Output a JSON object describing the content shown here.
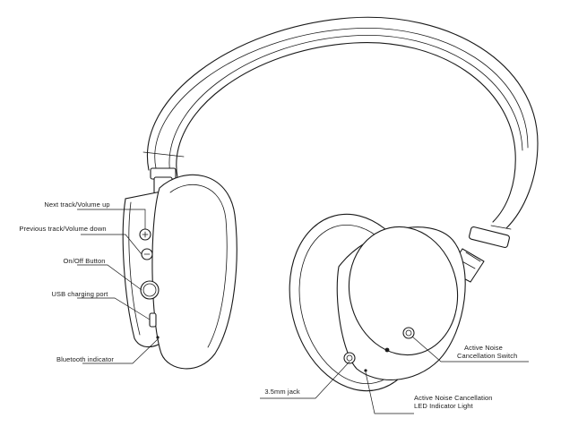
{
  "labels": {
    "next_track": "Next track/Volume up",
    "previous_track": "Previous track/Volume down",
    "on_off": "On/Off Button",
    "usb_port": "USB charging port",
    "bluetooth": "Bluetooth indicator",
    "jack": "3.5mm jack",
    "anc_switch_line1": "Active Noise",
    "anc_switch_line2": "Cancellation Switch",
    "anc_led_line1": "Active Noise Cancellation",
    "anc_led_line2": "LED Indicator Light"
  },
  "icons": [
    "volume-up-icon",
    "volume-down-icon",
    "power-icon",
    "usb-port-icon",
    "bluetooth-led-icon",
    "audio-jack-icon",
    "anc-switch-icon",
    "anc-led-icon"
  ]
}
